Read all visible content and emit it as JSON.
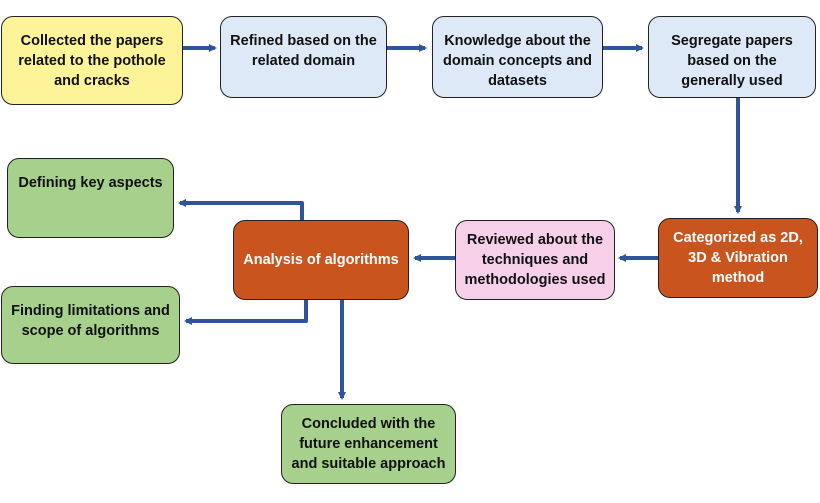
{
  "colors": {
    "yellow_fill": "#fdf49a",
    "blue_fill": "#dde9f6",
    "orange_fill": "#c9541e",
    "pink_fill": "#f6cfe8",
    "green_fill": "#a6d08b",
    "arrow": "#2e559b",
    "border": "#222222"
  },
  "nodes": {
    "collected_papers": "Collected the papers\nrelated to the pothole\nand cracks",
    "refined_domain": "Refined based on the\nrelated domain",
    "domain_knowledge": "Knowledge about the\ndomain concepts and\ndatasets",
    "segregate_papers": "Segregate papers\nbased on the\ngenerally used",
    "categorized_methods": "Categorized as 2D,\n3D & Vibration\nmethod",
    "reviewed_techniques": "Reviewed about the\ntechniques and\nmethodologies used",
    "analysis_algorithms": "Analysis of algorithms",
    "key_aspects": "Defining key aspects",
    "limitations_scope": "Finding limitations and\nscope of algorithms",
    "concluded": "Concluded with the\nfuture enhancement\nand suitable approach"
  }
}
